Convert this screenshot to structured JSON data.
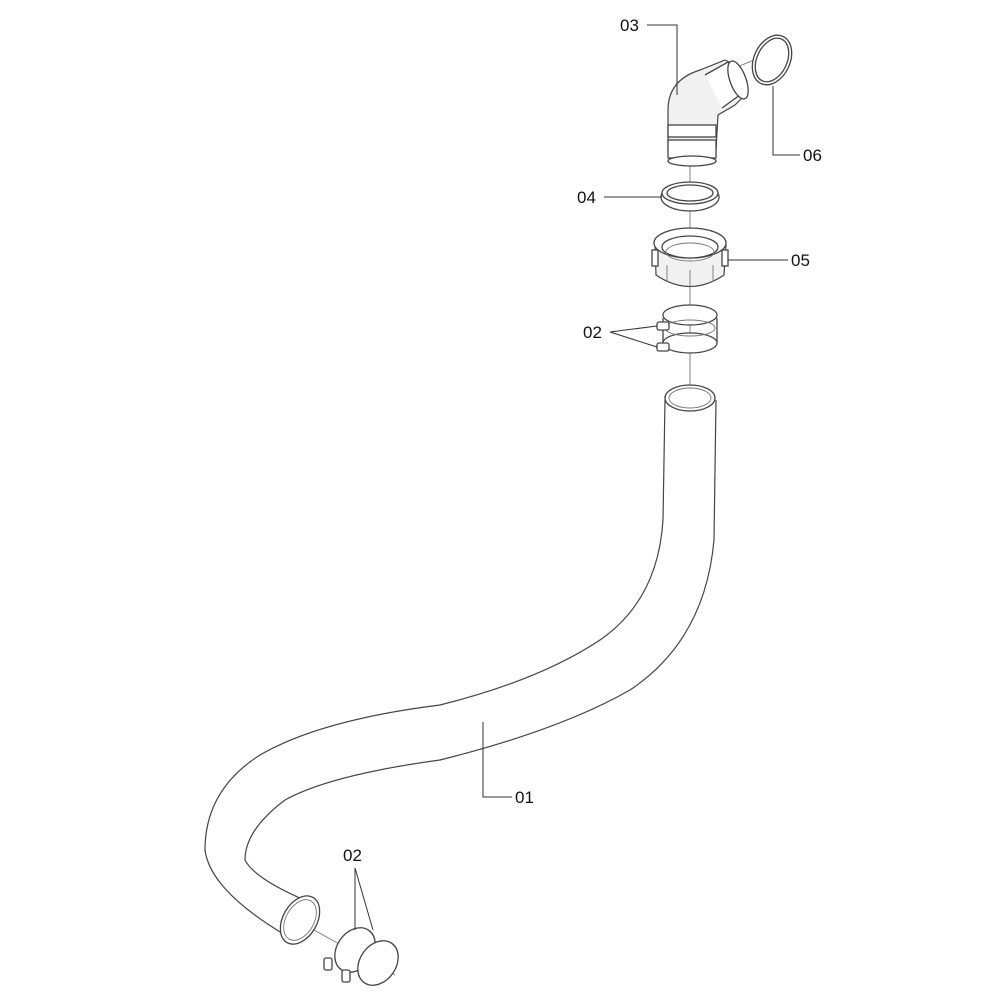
{
  "diagram": {
    "type": "exploded-parts-view",
    "callouts": {
      "hose": "01",
      "clamp_top": "02",
      "clamp_bottom": "02",
      "elbow": "03",
      "seal_ring": "04",
      "union_nut": "05",
      "o_ring": "06"
    }
  }
}
